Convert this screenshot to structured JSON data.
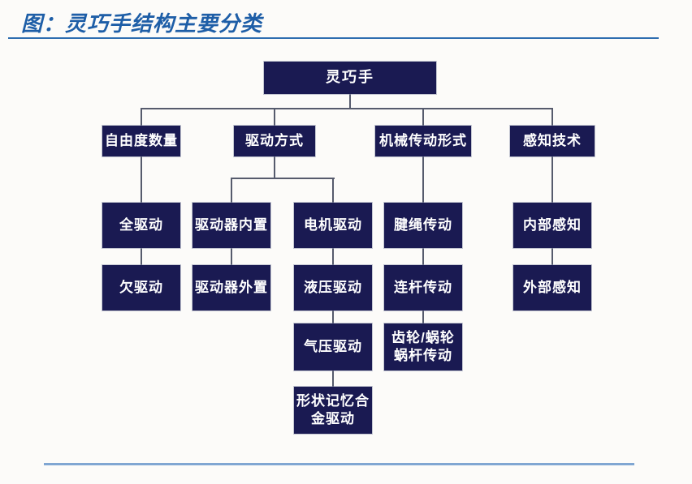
{
  "title": "图：灵巧手结构主要分类",
  "colors": {
    "title-blue": "#1e5ea7",
    "title-underline": "#2e6db0",
    "node-fill": "#1a1a52",
    "node-text": "#ffffff",
    "connector": "#565b6d",
    "footer-rule": "#80a6d2"
  },
  "tree": {
    "root": "灵巧手",
    "level1": {
      "dof": "自由度数量",
      "drive": "驱动方式",
      "transmission": "机械传动形式",
      "sensing": "感知技术"
    },
    "dof_children": {
      "full": "全驱动",
      "under": "欠驱动"
    },
    "drive_children": {
      "actuator_internal": "驱动器内置",
      "actuator_external": "驱动器外置",
      "motor": "电机驱动",
      "hydraulic": "液压驱动",
      "pneumatic": "气压驱动",
      "sma": "形状记忆合\n金驱动"
    },
    "transmission_children": {
      "tendon": "腱绳传动",
      "linkage": "连杆传动",
      "gear_worm": "齿轮/蜗轮\n蜗杆传动"
    },
    "sensing_children": {
      "internal": "内部感知",
      "external": "外部感知"
    }
  }
}
